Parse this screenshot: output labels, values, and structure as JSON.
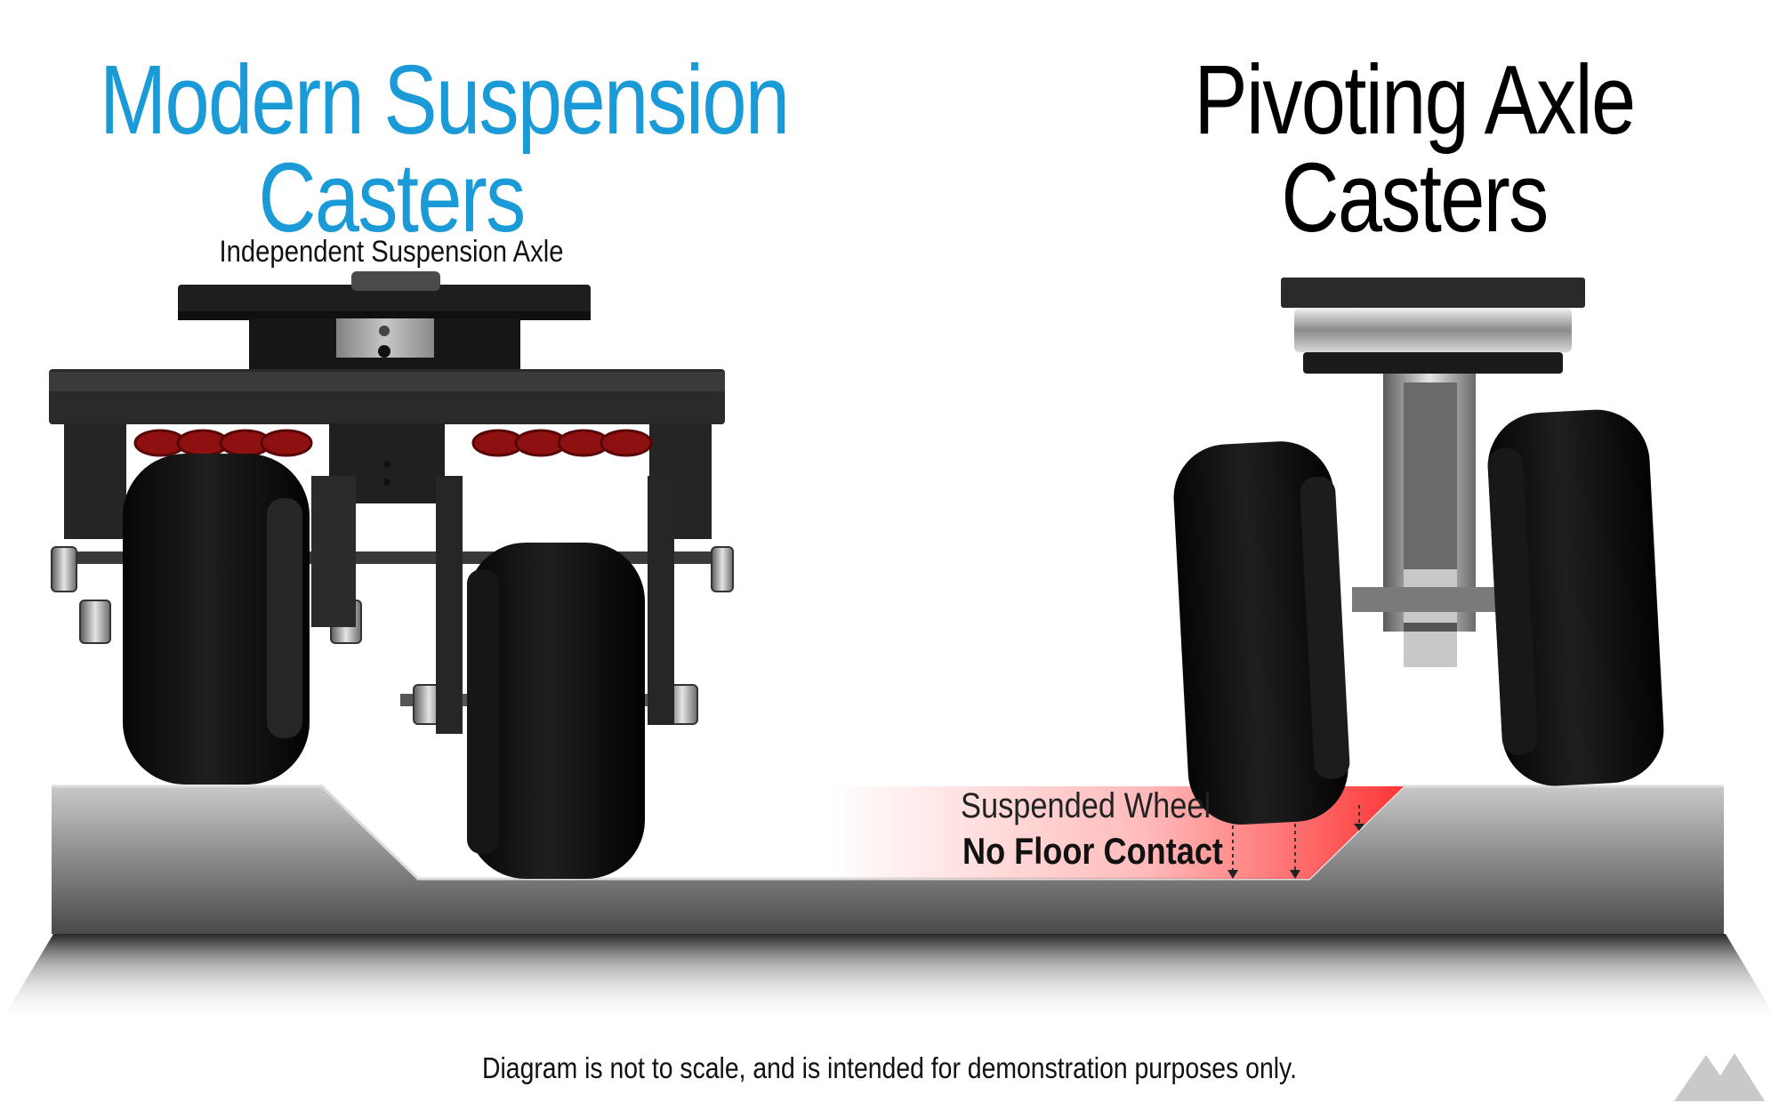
{
  "titles": {
    "left_line1": "Modern Suspension",
    "left_line2": "Casters",
    "right_line1": "Pivoting Axle",
    "right_line2": "Casters"
  },
  "labels": {
    "left_subtitle": "Independent Suspension Axle",
    "suspended_wheel": "Suspended Wheel",
    "no_floor_contact": "No Floor Contact"
  },
  "footer": {
    "disclaimer": "Diagram is not to scale, and is intended for demonstration purposes only."
  },
  "colors": {
    "left_title": "#1a9ad6",
    "right_title": "#000000",
    "highlight": "#ff3b3b",
    "spring": "#b01818"
  },
  "icons": {
    "logo": "brand-m-logo-icon"
  }
}
